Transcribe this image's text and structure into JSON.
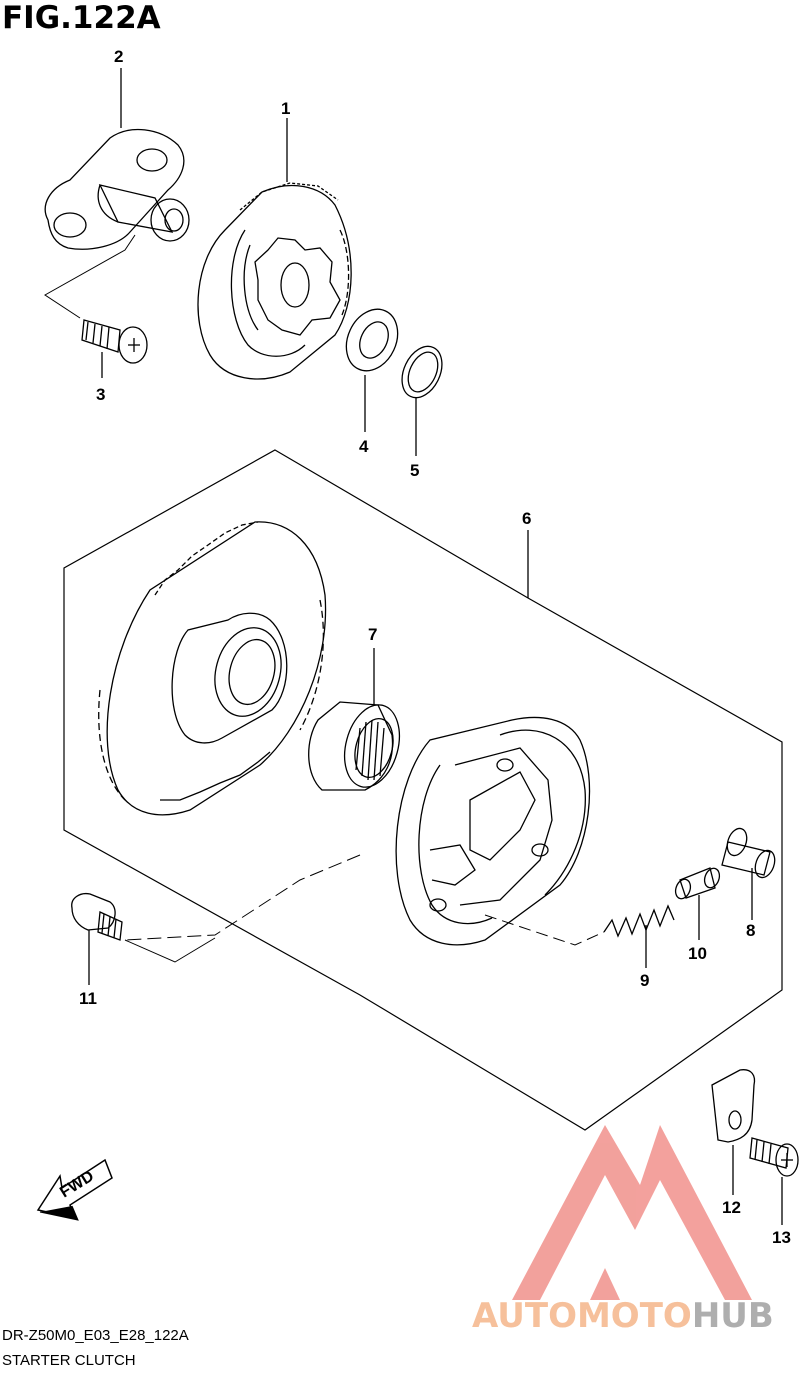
{
  "figure": {
    "title": "FIG.122A",
    "code": "DR-Z50M0_E03_E28_122A",
    "name": "STARTER CLUTCH"
  },
  "callouts": [
    "1",
    "2",
    "3",
    "4",
    "5",
    "6",
    "7",
    "8",
    "9",
    "10",
    "11",
    "12",
    "13"
  ],
  "direction_arrow": {
    "label": "FWD"
  },
  "watermark": {
    "brand_part1": "AUTOMOTO",
    "brand_part2": "HUB",
    "color_part1": "#f4b183",
    "color_part2": "#9a9a9a",
    "logo_color": "#f08a84"
  },
  "colors": {
    "line": "#000000",
    "background": "#ffffff"
  }
}
